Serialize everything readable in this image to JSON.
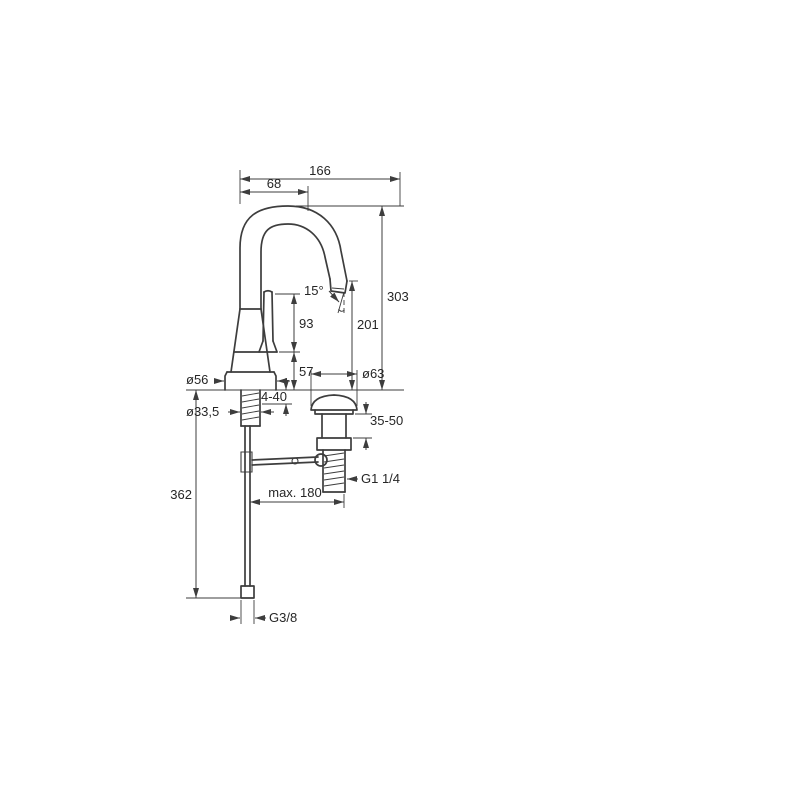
{
  "drawing": {
    "kind": "faucet-dimensional-drawing",
    "line_color": "#3d3d3d",
    "background": "#ffffff",
    "labels": {
      "spout_reach": "166",
      "spout_offset": "68",
      "outlet_angle": "15°",
      "total_height": "303",
      "outlet_height": "201",
      "handle_height": "93",
      "base_height": "57",
      "base_diameter": "ø56",
      "drain_diameter": "ø63",
      "shank_diameter": "ø33,5",
      "deck_thickness": "4-40",
      "clamp_range": "35-50",
      "drain_thread": "G1 1/4",
      "rod_reach": "max. 180",
      "rod_length": "362",
      "supply_thread": "G3/8"
    }
  }
}
